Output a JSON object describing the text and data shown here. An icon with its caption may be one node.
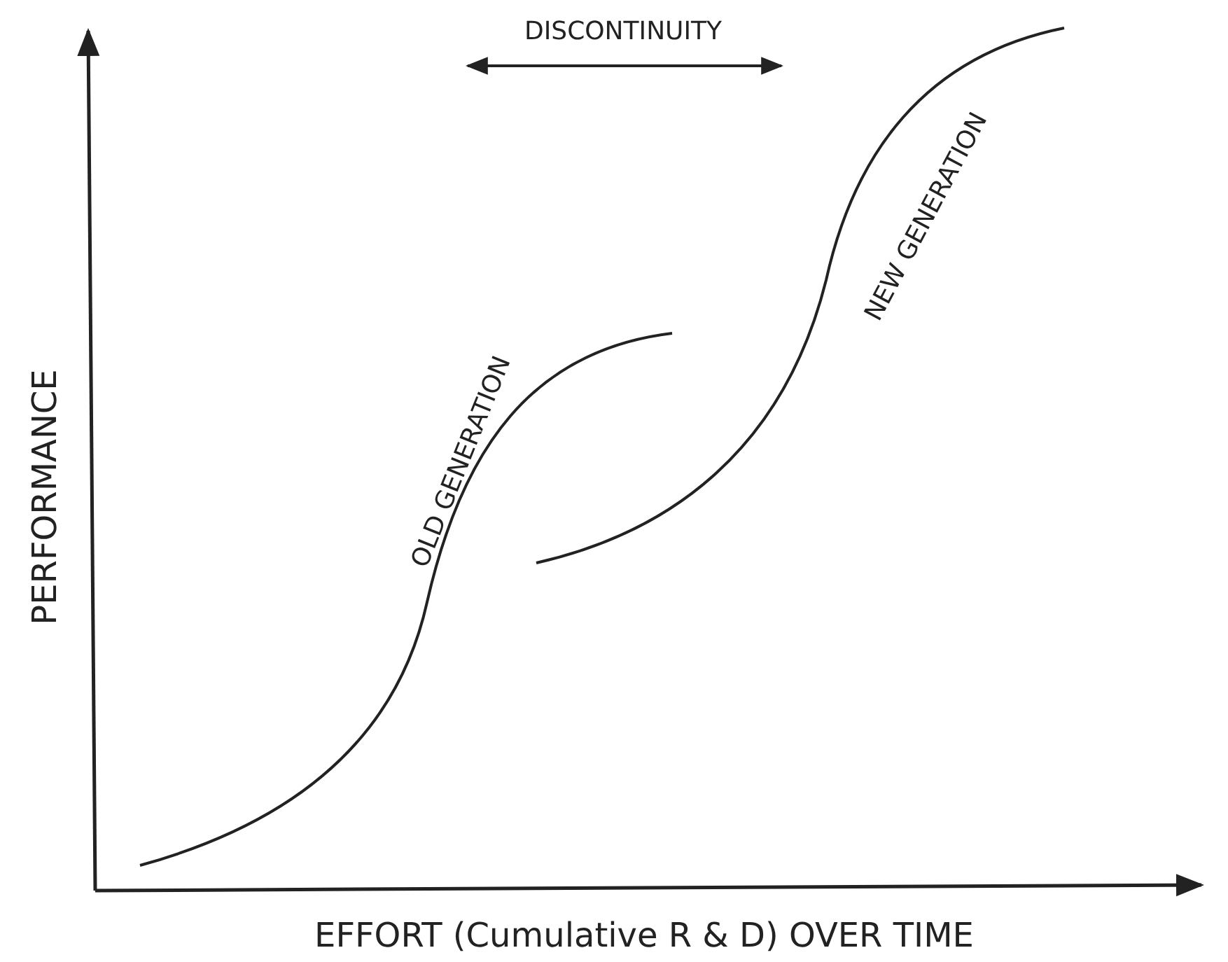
{
  "diagram": {
    "labels": [
      "DISCONTINUITY",
      "NEW GENERATION",
      "PERFORMANCE",
      "OLD GENERATION",
      "EFFORT (Cumulative R & D) OVER TIME"
    ]
  }
}
